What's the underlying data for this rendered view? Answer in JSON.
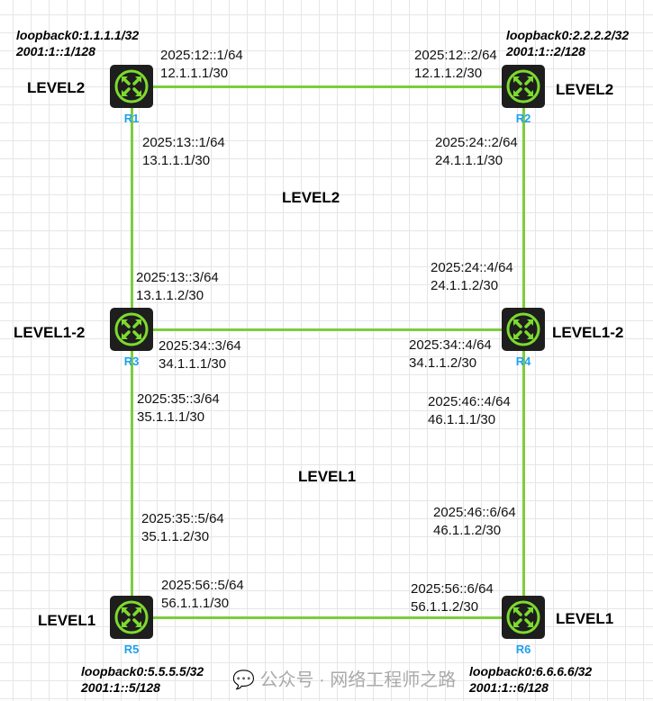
{
  "routers": [
    {
      "name": "R1",
      "level": "LEVEL2",
      "loopback": [
        "loopback0:1.1.1.1/32",
        "2001:1::1/128"
      ]
    },
    {
      "name": "R2",
      "level": "LEVEL2",
      "loopback": [
        "loopback0:2.2.2.2/32",
        "2001:1::2/128"
      ]
    },
    {
      "name": "R3",
      "level": "LEVEL1-2"
    },
    {
      "name": "R4",
      "level": "LEVEL1-2"
    },
    {
      "name": "R5",
      "level": "LEVEL1",
      "loopback": [
        "loopback0:5.5.5.5/32",
        "2001:1::5/128"
      ]
    },
    {
      "name": "R6",
      "level": "LEVEL1",
      "loopback": [
        "loopback0:6.6.6.6/32",
        "2001:1::6/128"
      ]
    }
  ],
  "areas": {
    "top": "LEVEL2",
    "bottom": "LEVEL1"
  },
  "links": {
    "r1_r2": {
      "a": [
        "2025:12::1/64",
        "12.1.1.1/30"
      ],
      "b": [
        "2025:12::2/64",
        "12.1.1.2/30"
      ]
    },
    "r1_r3": {
      "a": [
        "2025:13::1/64",
        "13.1.1.1/30"
      ],
      "b": [
        "2025:13::3/64",
        "13.1.1.2/30"
      ]
    },
    "r2_r4": {
      "a": [
        "2025:24::2/64",
        "24.1.1.1/30"
      ],
      "b": [
        "2025:24::4/64",
        "24.1.1.2/30"
      ]
    },
    "r3_r4": {
      "a": [
        "2025:34::3/64",
        "34.1.1.1/30"
      ],
      "b": [
        "2025:34::4/64",
        "34.1.1.2/30"
      ]
    },
    "r3_r5": {
      "a": [
        "2025:35::3/64",
        "35.1.1.1/30"
      ],
      "b": [
        "2025:35::5/64",
        "35.1.1.2/30"
      ]
    },
    "r4_r6": {
      "a": [
        "2025:46::4/64",
        "46.1.1.1/30"
      ],
      "b": [
        "2025:46::6/64",
        "46.1.1.2/30"
      ]
    },
    "r5_r6": {
      "a": [
        "2025:56::5/64",
        "56.1.1.1/30"
      ],
      "b": [
        "2025:56::6/64",
        "56.1.1.2/30"
      ]
    }
  },
  "watermark": "公众号 · 网络工程师之路",
  "colors": {
    "link": "#7ccd3c",
    "router_name": "#1e9ff0"
  }
}
